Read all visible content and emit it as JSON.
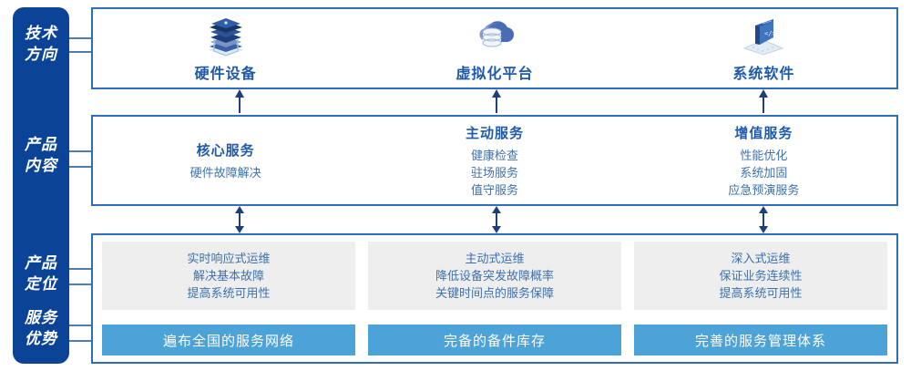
{
  "diagram": {
    "rail": {
      "color": "#0b4497",
      "labels": [
        {
          "name": "tech-direction",
          "line1": "技术",
          "line2": "方向"
        },
        {
          "name": "product-content",
          "line1": "产品",
          "line2": "内容"
        },
        {
          "name": "product-position",
          "line1": "产品",
          "line2": "定位"
        },
        {
          "name": "service-advantage",
          "line1": "服务",
          "line2": "优势"
        }
      ]
    },
    "tech_section": {
      "border_color": "#2e6dbb",
      "items": [
        {
          "icon": "server-stack-icon",
          "title": "硬件设备"
        },
        {
          "icon": "cloud-database-icon",
          "title": "虚拟化平台"
        },
        {
          "icon": "laptop-code-icon",
          "title": "系统软件"
        }
      ]
    },
    "content_section": {
      "columns": [
        {
          "title": "核心服务",
          "items": [
            "硬件故障解决"
          ]
        },
        {
          "title": "主动服务",
          "items": [
            "健康检查",
            "驻场服务",
            "值守服务"
          ]
        },
        {
          "title": "增值服务",
          "items": [
            "性能优化",
            "系统加固",
            "应急预演服务"
          ]
        }
      ]
    },
    "position_section": {
      "gray_color": "#eeeeee",
      "bar_color": "#4ba3d8",
      "columns": [
        {
          "lines": [
            "实时响应式运维",
            "解决基本故障",
            "提高系统可用性"
          ],
          "bar": "遍布全国的服务网络"
        },
        {
          "lines": [
            "主动式运维",
            "降低设备突发故障概率",
            "关键时间点的服务保障"
          ],
          "bar": "完备的备件库存"
        },
        {
          "lines": [
            "深入式运维",
            "保证业务连续性",
            "提高系统可用性"
          ],
          "bar": "完善的服务管理体系"
        }
      ]
    },
    "arrows": {
      "up_arrow_color": "#1f3f7a",
      "double_arrow_color": "#1f3f7a"
    }
  }
}
